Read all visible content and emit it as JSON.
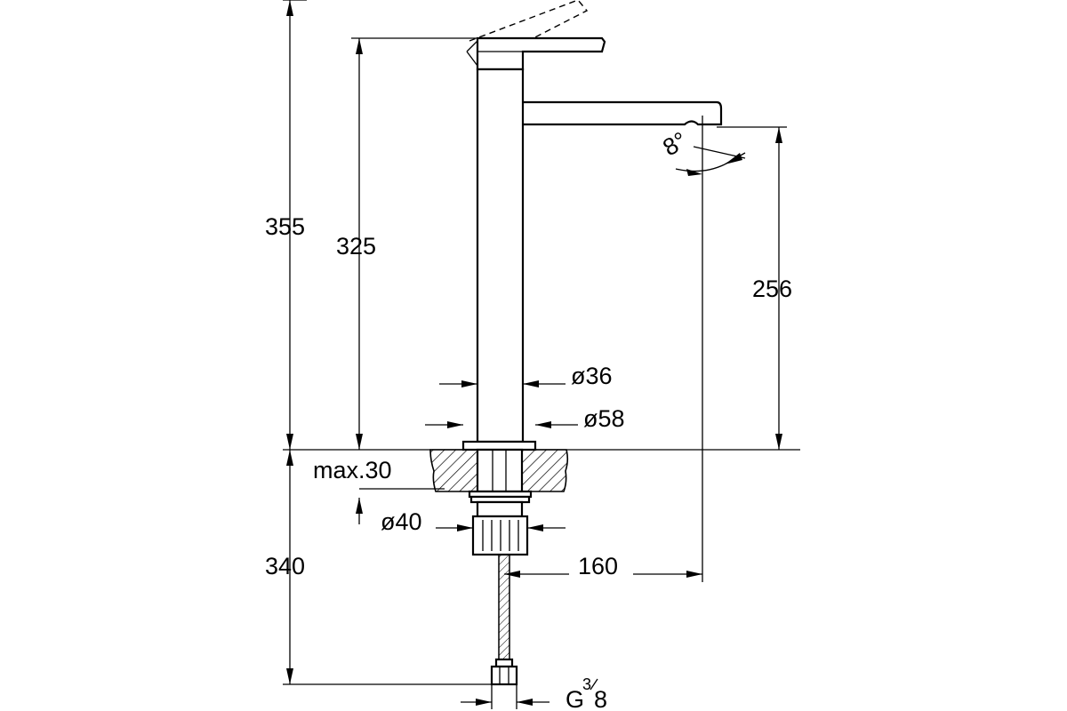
{
  "dimensions": {
    "total_height": "355",
    "spout_top_height": "325",
    "spout_outlet_height": "256",
    "below_counter_length": "340",
    "body_diameter": "ø36",
    "base_diameter": "ø58",
    "max_counter_thickness": "max.30",
    "shank_diameter": "ø40",
    "spout_reach": "160",
    "spout_angle": "8°",
    "connection_thread": "G",
    "connection_thread_num": "3",
    "connection_thread_den": "8"
  }
}
